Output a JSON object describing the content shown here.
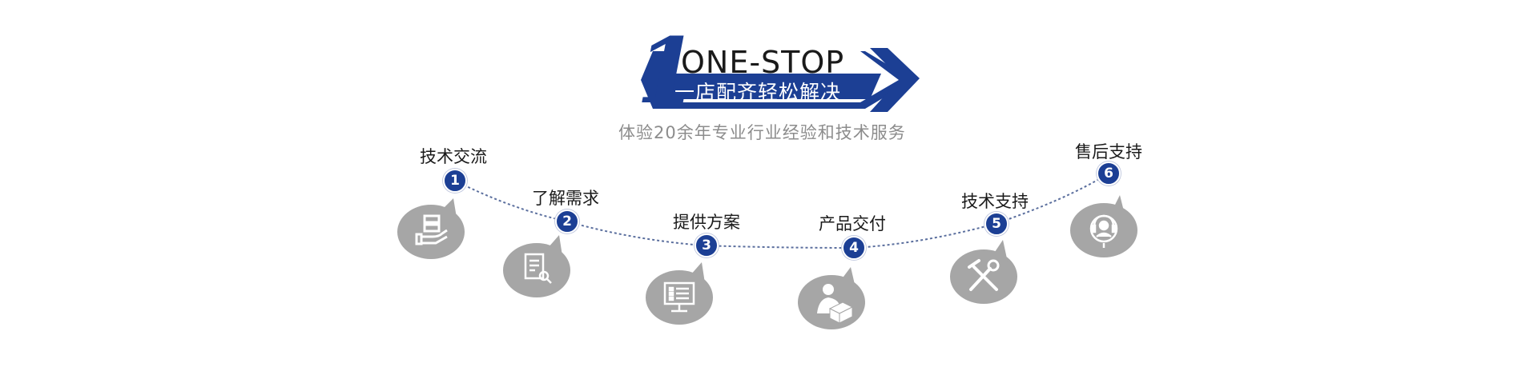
{
  "header": {
    "number": "1",
    "headline": "ONE-STOP",
    "subhead": "一店配齐轻松解决",
    "tagline": "体验20余年专业行业经验和技术服务"
  },
  "colors": {
    "primary_blue": "#1c3f94",
    "bubble_gray": "#a6a6a6",
    "text_dark": "#1a1a1a",
    "tagline_gray": "#8c8c8c"
  },
  "steps": [
    {
      "number": "1",
      "title": "技术交流",
      "icon": "server-hand-icon"
    },
    {
      "number": "2",
      "title": "了解需求",
      "icon": "document-search-icon"
    },
    {
      "number": "3",
      "title": "提供方案",
      "icon": "monitor-list-icon"
    },
    {
      "number": "4",
      "title": "产品交付",
      "icon": "person-package-icon"
    },
    {
      "number": "5",
      "title": "技术支持",
      "icon": "wrench-hammer-icon"
    },
    {
      "number": "6",
      "title": "售后支持",
      "icon": "headset-support-icon"
    }
  ]
}
